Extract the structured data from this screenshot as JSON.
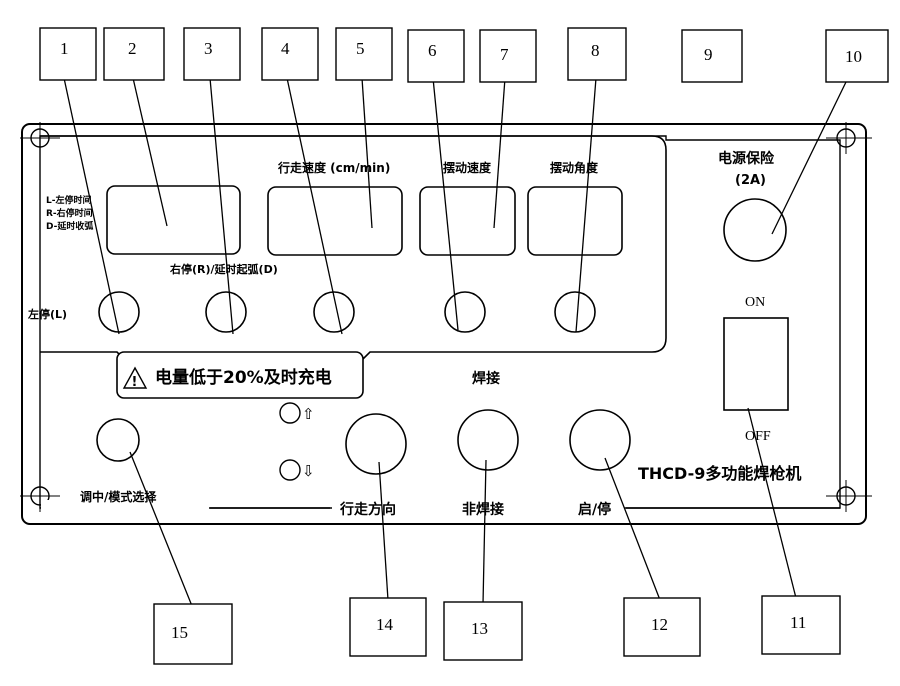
{
  "callouts": [
    {
      "id": "1",
      "label": "1"
    },
    {
      "id": "2",
      "label": "2"
    },
    {
      "id": "3",
      "label": "3"
    },
    {
      "id": "4",
      "label": "4"
    },
    {
      "id": "5",
      "label": "5"
    },
    {
      "id": "6",
      "label": "6"
    },
    {
      "id": "7",
      "label": "7"
    },
    {
      "id": "8",
      "label": "8"
    },
    {
      "id": "9",
      "label": "9"
    },
    {
      "id": "10",
      "label": "10"
    },
    {
      "id": "11",
      "label": "11"
    },
    {
      "id": "12",
      "label": "12"
    },
    {
      "id": "13",
      "label": "13"
    },
    {
      "id": "14",
      "label": "14"
    },
    {
      "id": "15",
      "label": "15"
    }
  ],
  "panel": {
    "display_legend": [
      "L-左停时间",
      "R-右停时间",
      "D-延时收弧"
    ],
    "display_labels": {
      "travel_speed": "行走速度 (cm/min)",
      "swing_speed": "摆动速度",
      "swing_angle": "摆动角度"
    },
    "knob_labels": {
      "left_stop": "左停(L)",
      "right_stop": "右停(R)/延时起弧(D)"
    },
    "warning": "电量低于20%及时充电",
    "weld_label": "焊接",
    "non_weld_label": "非焊接",
    "travel_direction_label": "行走方向",
    "start_stop_label": "启/停",
    "center_mode_label": "调中/模式选择",
    "fuse_label": "电源保险",
    "fuse_rating": "(2A)",
    "switch_on": "ON",
    "switch_off": "OFF",
    "model_name": "THCD-9多功能焊枪机",
    "arrow_up": "⇧",
    "arrow_down": "⇩",
    "warning_symbol": "!"
  }
}
